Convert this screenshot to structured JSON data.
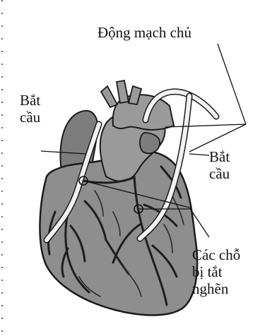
{
  "labels": {
    "aorta": "Động mạch chủ",
    "bypass_left": [
      "Bắt",
      "cầu"
    ],
    "bypass_right": [
      "Bắt",
      "cầu"
    ],
    "blockage": [
      "Các chỗ",
      "bị tắt",
      "nghẽn"
    ]
  },
  "colors": {
    "heart_fill": "#8e8e8e",
    "outline": "#1a1a1a",
    "vessel": "#1e1e1e",
    "graft": "#f2f2f2",
    "background": "#ffffff"
  }
}
